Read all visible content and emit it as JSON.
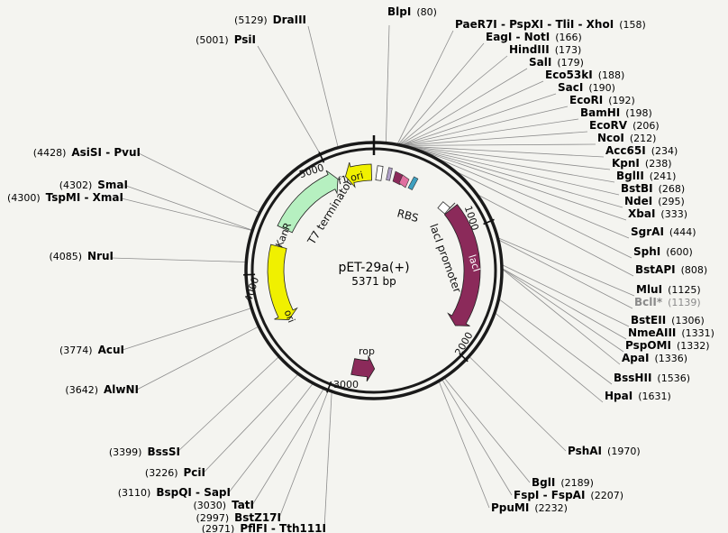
{
  "plasmid": {
    "name": "pET-29a(+)",
    "size_label": "5371 bp",
    "length": 5371
  },
  "ticks": [
    {
      "pos": 0,
      "label": ""
    },
    {
      "pos": 1000,
      "label": "1000"
    },
    {
      "pos": 2000,
      "label": "2000"
    },
    {
      "pos": 3000,
      "label": "3000"
    },
    {
      "pos": 4000,
      "label": "4000"
    },
    {
      "pos": 5000,
      "label": "5000"
    }
  ],
  "features": [
    {
      "id": "laci",
      "label": "lacI",
      "start": 770,
      "end": 1850,
      "dir": "cw",
      "color": "#8b2a5a",
      "label_color": "#ffffff"
    },
    {
      "id": "rop",
      "label": "rop",
      "start": 2680,
      "end": 2870,
      "dir": "ccw",
      "color": "#8b2a5a",
      "label_color": "#111111"
    },
    {
      "id": "ori",
      "label": "ori",
      "start": 3580,
      "end": 4240,
      "dir": "ccw",
      "color": "#f0f000",
      "label_color": "#111111"
    },
    {
      "id": "kanr",
      "label": "KanR",
      "start": 4400,
      "end": 5050,
      "dir": "cw",
      "color": "#b6f0c0",
      "label_color": "#111111"
    },
    {
      "id": "f1ori",
      "label": "f1 ori",
      "start": 5120,
      "end": 5350,
      "dir": "ccw",
      "color": "#f0f000",
      "label_color": "#111111"
    }
  ],
  "feature_labels": [
    {
      "id": "t7term",
      "text": "T7 terminator"
    },
    {
      "id": "rbs",
      "text": "RBS"
    },
    {
      "id": "lacprom",
      "text": "lacI promoter"
    }
  ],
  "enzymes": [
    {
      "name": "BlpI",
      "pos": "(80)"
    },
    {
      "name": "PaeR7I - PspXI - TliI - XhoI",
      "pos": "(158)"
    },
    {
      "name": "EagI - NotI",
      "pos": "(166)"
    },
    {
      "name": "HindIII",
      "pos": "(173)"
    },
    {
      "name": "SalI",
      "pos": "(179)"
    },
    {
      "name": "Eco53kI",
      "pos": "(188)"
    },
    {
      "name": "SacI",
      "pos": "(190)"
    },
    {
      "name": "EcoRI",
      "pos": "(192)"
    },
    {
      "name": "BamHI",
      "pos": "(198)"
    },
    {
      "name": "EcoRV",
      "pos": "(206)"
    },
    {
      "name": "NcoI",
      "pos": "(212)"
    },
    {
      "name": "Acc65I",
      "pos": "(234)"
    },
    {
      "name": "KpnI",
      "pos": "(238)"
    },
    {
      "name": "BglII",
      "pos": "(241)"
    },
    {
      "name": "BstBI",
      "pos": "(268)"
    },
    {
      "name": "NdeI",
      "pos": "(295)"
    },
    {
      "name": "XbaI",
      "pos": "(333)"
    },
    {
      "name": "SgrAI",
      "pos": "(444)"
    },
    {
      "name": "SphI",
      "pos": "(600)"
    },
    {
      "name": "BstAPI",
      "pos": "(808)"
    },
    {
      "name": "MluI",
      "pos": "(1125)"
    },
    {
      "name": "BclI*",
      "pos": "(1139)"
    },
    {
      "name": "BstEII",
      "pos": "(1306)"
    },
    {
      "name": "NmeAIII",
      "pos": "(1331)"
    },
    {
      "name": "PspOMI",
      "pos": "(1332)"
    },
    {
      "name": "ApaI",
      "pos": "(1336)"
    },
    {
      "name": "BssHII",
      "pos": "(1536)"
    },
    {
      "name": "HpaI",
      "pos": "(1631)"
    },
    {
      "name": "PshAI",
      "pos": "(1970)"
    },
    {
      "name": "BglI",
      "pos": "(2189)"
    },
    {
      "name": "FspI - FspAI",
      "pos": "(2207)"
    },
    {
      "name": "PpuMI",
      "pos": "(2232)"
    },
    {
      "name": "PflFI - Tth111I",
      "pos": "(2971)"
    },
    {
      "name": "BstZ17I",
      "pos": "(2997)"
    },
    {
      "name": "TatI",
      "pos": "(3030)"
    },
    {
      "name": "BspQI - SapI",
      "pos": "(3110)"
    },
    {
      "name": "PciI",
      "pos": "(3226)"
    },
    {
      "name": "BssSI",
      "pos": "(3399)"
    },
    {
      "name": "AlwNI",
      "pos": "(3642)"
    },
    {
      "name": "AcuI",
      "pos": "(3774)"
    },
    {
      "name": "NruI",
      "pos": "(4085)"
    },
    {
      "name": "TspMI - XmaI",
      "pos": "(4300)"
    },
    {
      "name": "SmaI",
      "pos": "(4302)"
    },
    {
      "name": "AsiSI - PvuI",
      "pos": "(4428)"
    },
    {
      "name": "PsiI",
      "pos": "(5001)"
    },
    {
      "name": "DraIII",
      "pos": "(5129)"
    }
  ]
}
